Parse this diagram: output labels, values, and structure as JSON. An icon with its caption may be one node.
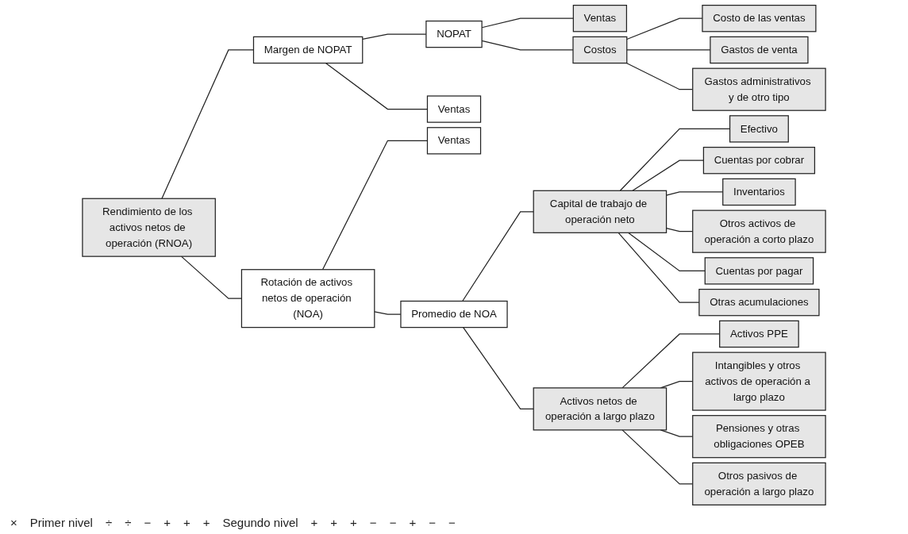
{
  "diagram": {
    "nodes": [
      {
        "text": [
          "Rendimiento de los activos netos de operación (RNOA)"
        ]
      },
      {
        "text": [
          "Margen de NOPAT"
        ]
      },
      {
        "text": [
          "Rotación de activos netos de operación (NOA)"
        ]
      },
      {
        "text": [
          "NOPAT"
        ]
      },
      {
        "text": [
          "Ventas"
        ]
      },
      {
        "text": [
          "Ventas"
        ]
      },
      {
        "text": [
          "Promedio de NOA"
        ]
      },
      {
        "text": [
          "Ventas"
        ]
      },
      {
        "text": [
          "Costos"
        ]
      },
      {
        "text": [
          "Capital de trabajo de operación neto"
        ]
      },
      {
        "text": [
          "Activos netos de operación a largo plazo"
        ]
      },
      {
        "text": [
          "Costo de las ventas"
        ]
      },
      {
        "text": [
          "Gastos de venta"
        ]
      },
      {
        "text": [
          "Gastos administrativos y de otro tipo"
        ]
      },
      {
        "text": [
          "Efectivo"
        ]
      },
      {
        "text": [
          "Cuentas por cobrar"
        ]
      },
      {
        "text": [
          "Inventarios"
        ]
      },
      {
        "text": [
          "Otros activos de operación a corto plazo"
        ]
      },
      {
        "text": [
          "Cuentas por pagar"
        ]
      },
      {
        "text": [
          "Otras acumulaciones"
        ]
      },
      {
        "text": [
          "Activos PPE"
        ]
      },
      {
        "text": [
          "Intangibles y otros activos de operación a largo plazo"
        ]
      },
      {
        "text": [
          "Pensiones y otras obligaciones OPEB"
        ]
      },
      {
        "text": [
          "Otros pasivos de operación a largo plazo"
        ]
      }
    ],
    "edges": [
      {
        "from": 0,
        "to": 1,
        "arrow": "none"
      },
      {
        "from": 0,
        "to": 2,
        "arrow": "none"
      },
      {
        "from": 1,
        "to": 3,
        "arrow": "none"
      },
      {
        "from": 1,
        "to": 4,
        "arrow": "none"
      },
      {
        "from": 2,
        "to": 5,
        "arrow": "none"
      },
      {
        "from": 2,
        "to": 6,
        "arrow": "none"
      },
      {
        "from": 3,
        "to": 7,
        "arrow": "none"
      },
      {
        "from": 3,
        "to": 8,
        "arrow": "none"
      },
      {
        "from": 6,
        "to": 9,
        "arrow": "none"
      },
      {
        "from": 6,
        "to": 10,
        "arrow": "none"
      },
      {
        "from": 8,
        "to": 11,
        "arrow": "none"
      },
      {
        "from": 8,
        "to": 12,
        "arrow": "none"
      },
      {
        "from": 8,
        "to": 13,
        "arrow": "none"
      },
      {
        "from": 9,
        "to": 14,
        "arrow": "none"
      },
      {
        "from": 9,
        "to": 15,
        "arrow": "none"
      },
      {
        "from": 9,
        "to": 16,
        "arrow": "none"
      },
      {
        "from": 9,
        "to": 17,
        "arrow": "none"
      },
      {
        "from": 9,
        "to": 18,
        "arrow": "none"
      },
      {
        "from": 9,
        "to": 19,
        "arrow": "none"
      },
      {
        "from": 10,
        "to": 20,
        "arrow": "none"
      },
      {
        "from": 10,
        "to": 21,
        "arrow": "none"
      },
      {
        "from": 10,
        "to": 22,
        "arrow": "none"
      },
      {
        "from": 10,
        "to": 23,
        "arrow": "none"
      }
    ],
    "labels": [
      "×",
      "Primer nivel",
      "÷",
      "÷",
      "−",
      "+",
      "+",
      "+",
      "Segundo nivel",
      "+",
      "+",
      "+",
      "−",
      "−",
      "+",
      "−",
      "−"
    ]
  }
}
